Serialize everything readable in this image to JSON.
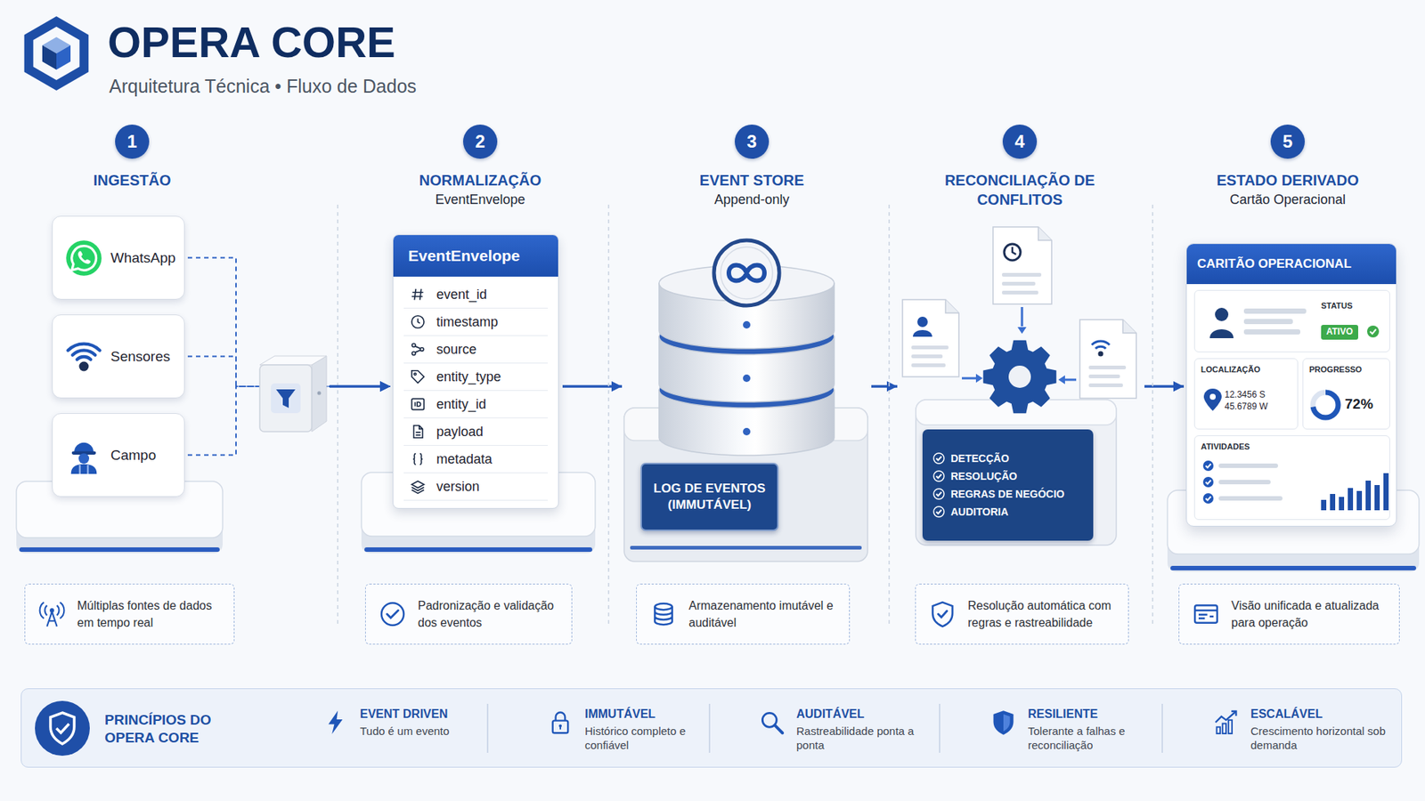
{
  "diagram": {
    "title": "OPERA CORE",
    "caption": "Arquitetura Técnica • Fluxo de Dados",
    "nodes": [
      {
        "text": [
          "1",
          "INGESTÃO"
        ]
      },
      {
        "text": [
          "WhatsApp"
        ]
      },
      {
        "text": [
          "Sensores"
        ]
      },
      {
        "text": [
          "Campo"
        ]
      },
      {
        "text": [
          "Múltiplas fontes de dados em tempo real"
        ]
      },
      {
        "text": [
          "2",
          "NORMALIZAÇÃO",
          "EventEnvelope"
        ]
      },
      {
        "text": [
          "EventEnvelope",
          "event_id",
          "timestamp",
          "source",
          "entity_type",
          "entity_id",
          "payload",
          "metadata",
          "version"
        ]
      },
      {
        "text": [
          "Padronização e validação dos eventos"
        ]
      },
      {
        "text": [
          "3",
          "EVENT STORE",
          "Append-only"
        ]
      },
      {
        "text": [
          "LOG DE EVENTOS (IMMUTÁVEL)"
        ]
      },
      {
        "text": [
          "Armazenamento imutável e auditável"
        ]
      },
      {
        "text": [
          "4",
          "RECONCILIAÇÃO DE CONFLITOS"
        ]
      },
      {
        "text": [
          "DETECÇÃO",
          "RESOLUÇÃO",
          "REGRAS DE NEGÓCIO",
          "AUDITORIA"
        ]
      },
      {
        "text": [
          "Resolução automática com regras e rastreabilidade"
        ]
      },
      {
        "text": [
          "5",
          "ESTADO DERIVADO",
          "Cartão Operacional"
        ]
      },
      {
        "text": [
          "CARITÃO OPERACIONAL"
        ]
      },
      {
        "text": [
          "STATUS"
        ],
        "in": 15
      },
      {
        "text": [
          "ATIVO"
        ],
        "in": 16
      },
      {
        "text": [
          "LOCALIZAÇÃO",
          "12.3456 S 45.6789 W"
        ],
        "in": 15
      },
      {
        "text": [
          "PROGRESSO",
          "72%"
        ],
        "in": 15
      },
      {
        "text": [
          "ATIVIDADES"
        ],
        "in": 15
      },
      {
        "text": [
          "Visão unificada e atualizada para operação"
        ]
      },
      {
        "text": [
          "PRINCÍPIOS DO OPERA CORE"
        ]
      },
      {
        "text": [
          "EVENT DRIVEN",
          "Tudo é um evento"
        ],
        "in": 22
      },
      {
        "text": [
          "IMMUTÁVEL",
          "Histórico completo e confiável"
        ],
        "in": 22
      },
      {
        "text": [
          "AUDITÁVEL",
          "Rastreabilidade ponta a ponta"
        ],
        "in": 22
      },
      {
        "text": [
          "RESILIENTE",
          "Tolerante a falhas e reconciliação"
        ],
        "in": 22
      },
      {
        "text": [
          "ESCALÁVEL",
          "Crescimento horizontal sob demanda"
        ],
        "in": 22
      }
    ],
    "edges": [
      {
        "from": 1,
        "to": 6,
        "arrow": "to"
      },
      {
        "from": 2,
        "to": 6,
        "arrow": "to"
      },
      {
        "from": 3,
        "to": 6,
        "arrow": "to"
      },
      {
        "from": 6,
        "to": 9,
        "arrow": "to"
      },
      {
        "from": 9,
        "to": 12,
        "arrow": "to"
      },
      {
        "from": 12,
        "to": 15,
        "arrow": "to"
      }
    ]
  }
}
